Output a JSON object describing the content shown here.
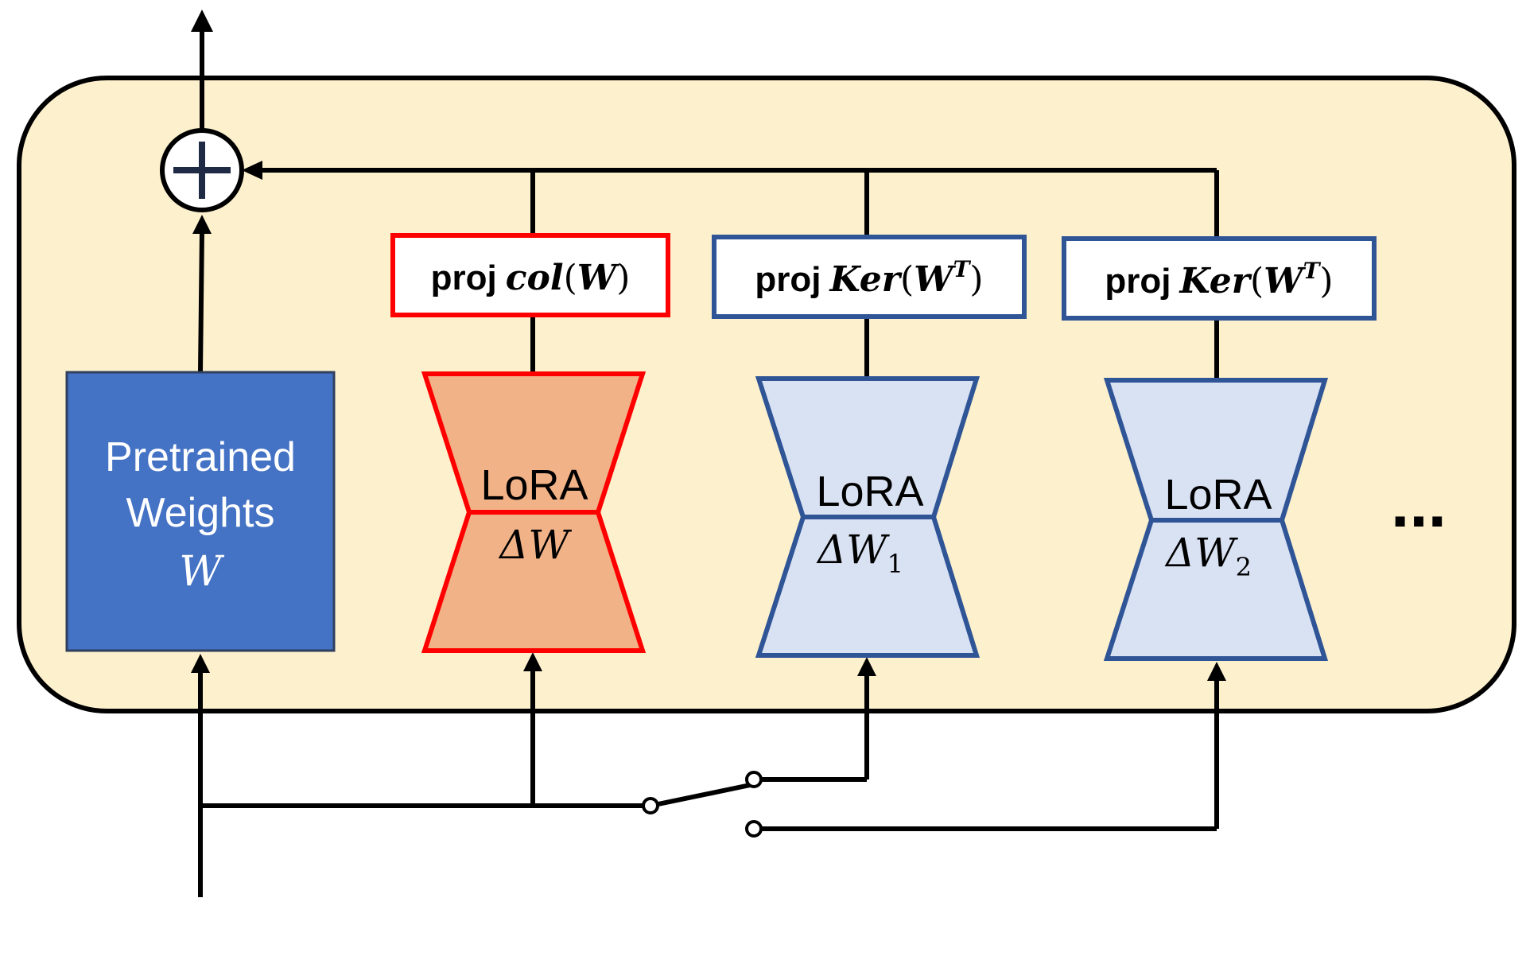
{
  "colors": {
    "background_panel": "#fdf0cd",
    "pretrained_fill": "#4472c4",
    "lora_main_fill": "#f2b287",
    "lora_main_stroke": "#ff0000",
    "lora_aux_fill": "#d9e2f3",
    "lora_aux_stroke": "#2f5597",
    "line": "#000000"
  },
  "pretrained": {
    "line1": "Pretrained",
    "line2": "Weights",
    "symbol": "W"
  },
  "adder": {
    "symbol": "+"
  },
  "projections": [
    {
      "prefix": "proj",
      "op": "col",
      "arg": "W",
      "sup": ""
    },
    {
      "prefix": "proj",
      "op": "Ker",
      "arg": "W",
      "sup": "T"
    },
    {
      "prefix": "proj",
      "op": "Ker",
      "arg": "W",
      "sup": "T"
    }
  ],
  "lora_blocks": [
    {
      "label": "LoRA",
      "delta": "ΔW",
      "sub": ""
    },
    {
      "label": "LoRA",
      "delta": "ΔW",
      "sub": "1"
    },
    {
      "label": "LoRA",
      "delta": "ΔW",
      "sub": "2"
    }
  ],
  "ellipsis": "..."
}
